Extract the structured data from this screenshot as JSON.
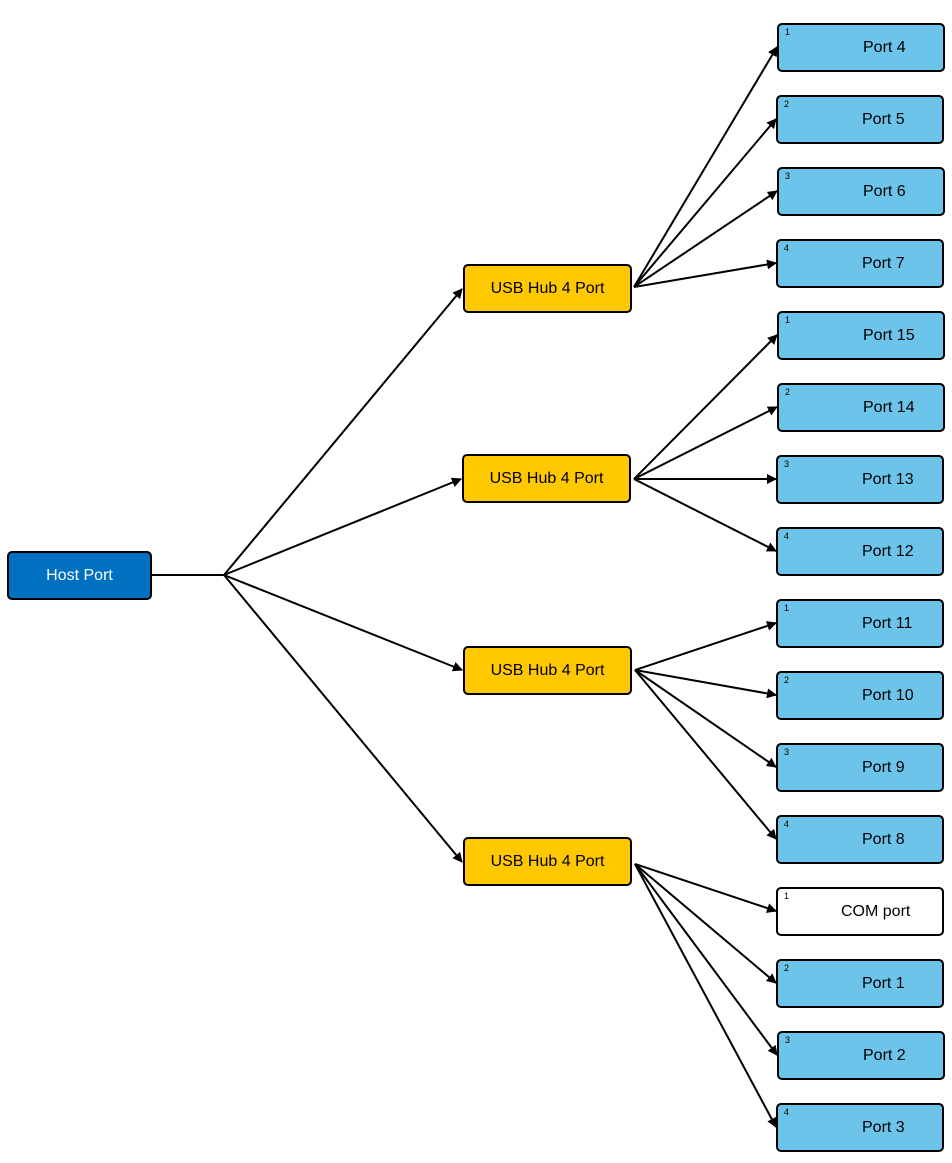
{
  "host": {
    "label": "Host Port"
  },
  "hubs": [
    {
      "label": "USB Hub 4 Port",
      "ports": [
        {
          "num": "1",
          "label": "Port 4"
        },
        {
          "num": "2",
          "label": "Port 5"
        },
        {
          "num": "3",
          "label": "Port 6"
        },
        {
          "num": "4",
          "label": "Port 7"
        }
      ]
    },
    {
      "label": "USB Hub 4 Port",
      "ports": [
        {
          "num": "1",
          "label": "Port 15"
        },
        {
          "num": "2",
          "label": "Port 14"
        },
        {
          "num": "3",
          "label": "Port 13"
        },
        {
          "num": "4",
          "label": "Port 12"
        }
      ]
    },
    {
      "label": "USB Hub 4 Port",
      "ports": [
        {
          "num": "1",
          "label": "Port 11"
        },
        {
          "num": "2",
          "label": "Port 10"
        },
        {
          "num": "3",
          "label": "Port 9"
        },
        {
          "num": "4",
          "label": "Port 8"
        }
      ]
    },
    {
      "label": "USB Hub 4 Port",
      "ports": [
        {
          "num": "1",
          "label": "COM port",
          "style": "white"
        },
        {
          "num": "2",
          "label": "Port 1"
        },
        {
          "num": "3",
          "label": "Port 2"
        },
        {
          "num": "4",
          "label": "Port 3"
        }
      ]
    }
  ],
  "colors": {
    "host": "#0070c0",
    "hub": "#ffc800",
    "port": "#6cc4ea",
    "com_port": "#ffffff"
  }
}
